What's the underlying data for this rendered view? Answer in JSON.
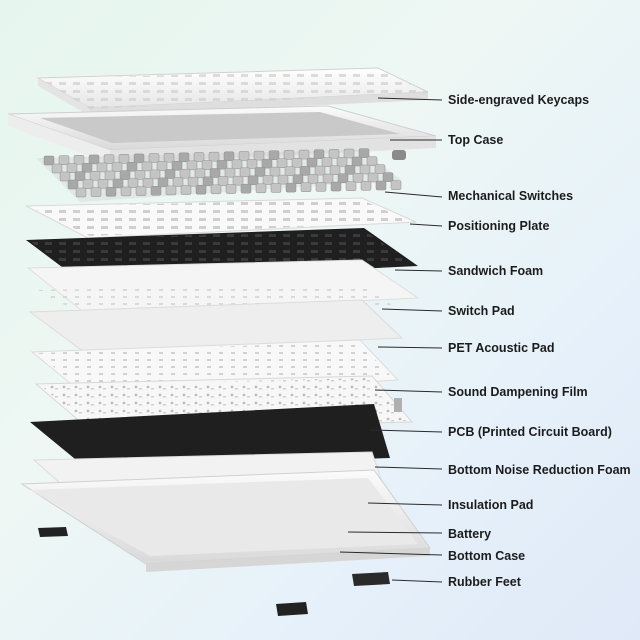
{
  "labels": [
    "Side-engraved Keycaps",
    "Top Case",
    "Mechanical Switches",
    "Positioning Plate",
    "Sandwich Foam",
    "Switch Pad",
    "PET Acoustic Pad",
    "Sound Dampening Film",
    "PCB (Printed Circuit Board)",
    "Bottom Noise Reduction Foam",
    "Insulation Pad",
    "Battery",
    "Bottom Case",
    "Rubber Feet"
  ],
  "colors": {
    "line": "#2a2a2a",
    "white_layer": "#f7f7f7",
    "black_layer": "#1f1f1f",
    "foam_grey": "#ececec",
    "switch_body": "#b9b9b9"
  }
}
